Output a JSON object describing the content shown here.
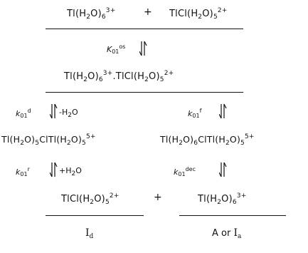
{
  "row1": {
    "left": "Tl(H2O)6 3+",
    "plus": "+",
    "right": "TlCl(H2O)5 2+"
  },
  "k_os": {
    "base": "K",
    "sub": "01",
    "sup": "os"
  },
  "row2": {
    "text": "Tl(H2O)6 3+.TlCl(H2O)5 2+"
  },
  "k_d": {
    "base": "k",
    "sub": "01",
    "sup": "d",
    "note": "-H2O"
  },
  "k_f": {
    "base": "k",
    "sub": "01",
    "sup": "f"
  },
  "row3": {
    "left": "Tl(H2O)5ClTl(H2O)5 5+",
    "right": "Tl(H2O)6ClTl(H2O)5 5+"
  },
  "k_r": {
    "base": "k",
    "sub": "01",
    "sup": "r",
    "note": "+H2O"
  },
  "k_dec": {
    "base": "k",
    "sub": "01",
    "sup": "dec"
  },
  "row4": {
    "left": "TlCl(H2O)5 2+",
    "plus": "+",
    "right": "Tl(H2O)6 3+"
  },
  "labels": {
    "left_main": "I",
    "left_sub": "d",
    "right_prefix": "A or ",
    "right_main": "I",
    "right_sub": "a"
  }
}
